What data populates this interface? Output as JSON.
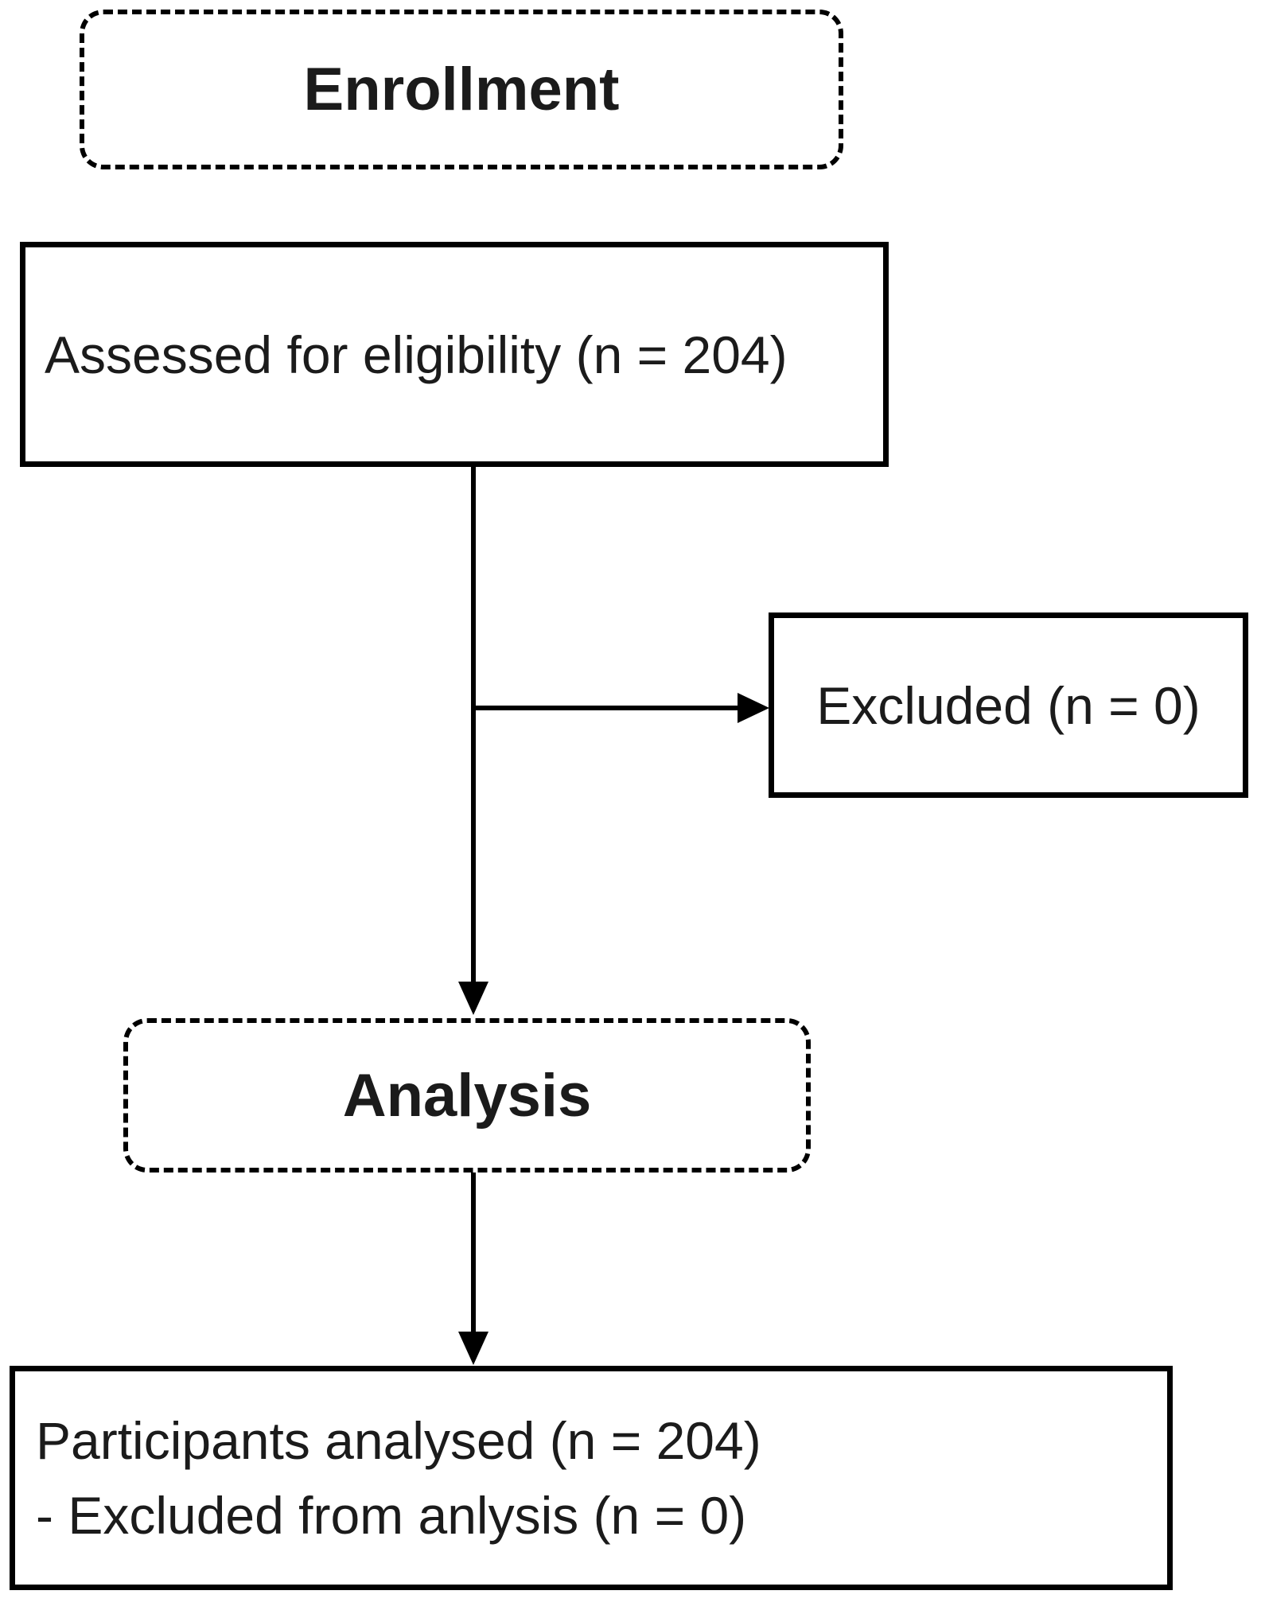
{
  "colors": {
    "ink": "#000000",
    "text": "#1b1b1b",
    "background": "#ffffff"
  },
  "phases": [
    {
      "label": "Enrollment"
    },
    {
      "label": "Analysis"
    }
  ],
  "nodes": {
    "assessed": {
      "text": "Assessed for eligibility (n = 204)"
    },
    "excluded": {
      "text": "Excluded (n = 0)"
    },
    "analysed": {
      "lines": [
        "Participants analysed (n = 204)",
        "- Excluded from anlysis (n = 0)"
      ]
    }
  },
  "counts": {
    "assessed_for_eligibility": 204,
    "excluded": 0,
    "participants_analysed": 204,
    "excluded_from_analysis": 0
  }
}
